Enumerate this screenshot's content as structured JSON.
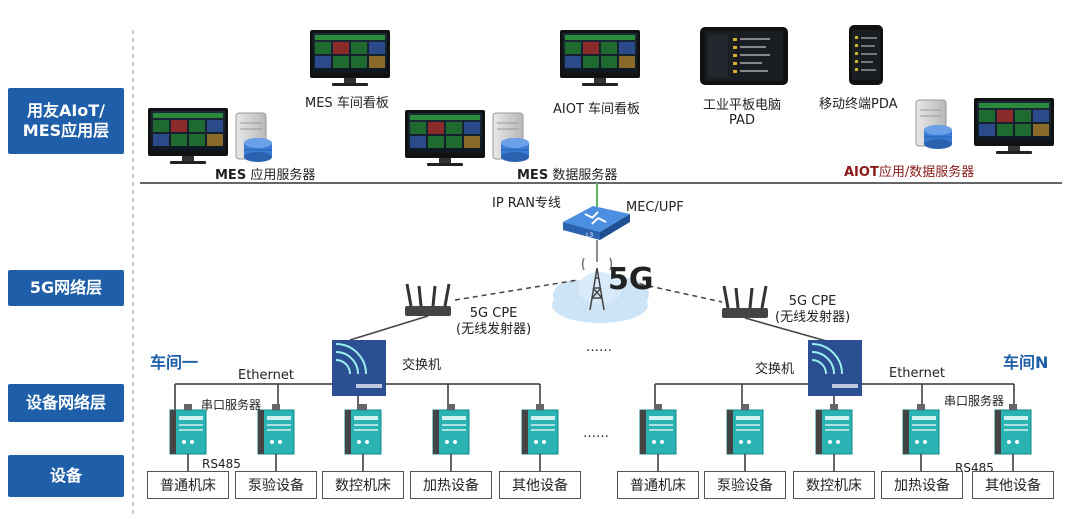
{
  "layers": [
    {
      "id": "app",
      "label_line1": "用友AIoT/",
      "label_line2": "MES应用层"
    },
    {
      "id": "net",
      "label_line1": "5G网络层",
      "label_line2": ""
    },
    {
      "id": "devnet",
      "label_line1": "设备网络层",
      "label_line2": ""
    },
    {
      "id": "dev",
      "label_line1": "设备",
      "label_line2": ""
    }
  ],
  "app_layer": {
    "mes_board": "MES 车间看板",
    "aiot_board": "AIOT 车间看板",
    "pad_line1": "工业平板电脑",
    "pad_line2": "PAD",
    "pda": "移动终端PDA",
    "mes_app_server_bold": "MES",
    "mes_app_server_rest": " 应用服务器",
    "mes_data_server_bold": "MES",
    "mes_data_server_rest": " 数据服务器",
    "aiot_server_bold": "AIOT",
    "aiot_server_rest": "应用/数据服务器"
  },
  "network": {
    "ip_ran": "IP RAN专线",
    "mec": "MEC/UPF",
    "router_tag": "L3",
    "fiveg": "5G",
    "cpe_line1": "5G CPE",
    "cpe_line2": "(无线发射器)",
    "ellipsis": "……"
  },
  "workshop_left": {
    "title": "车间一",
    "ethernet": "Ethernet",
    "switch": "交换机",
    "serial_server": "串口服务器",
    "rs485": "RS485"
  },
  "workshop_right": {
    "title": "车间N",
    "ethernet": "Ethernet",
    "switch": "交换机",
    "serial_server": "串口服务器",
    "rs485": "RS485"
  },
  "devices_left": [
    "普通机床",
    "泵验设备",
    "数控机床",
    "加热设备",
    "其他设备"
  ],
  "devices_right": [
    "普通机床",
    "泵验设备",
    "数控机床",
    "加热设备",
    "其他设备"
  ],
  "colors": {
    "layer_bg": "#1f5ea8",
    "accent_blue": "#1f5ea8",
    "aiot_red": "#8b1a1a",
    "module_teal": "#1aa3a3",
    "switch_bg": "#2a4d8f",
    "green_link": "#5cb85c"
  },
  "icons": [
    "monitor-icon",
    "server-icon",
    "tablet-icon",
    "phone-icon",
    "router-icon",
    "tower-icon",
    "cloud-icon",
    "cpe-icon",
    "switch-icon",
    "serial-module-icon"
  ]
}
